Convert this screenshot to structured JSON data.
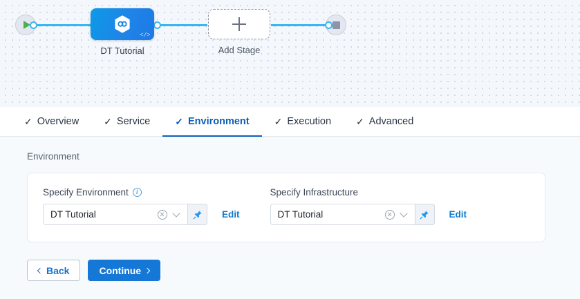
{
  "pipeline": {
    "start_node": {
      "name": "start-node",
      "icon": "play-icon"
    },
    "end_node": {
      "name": "end-node",
      "icon": "stop-icon"
    },
    "stage": {
      "label": "DT Tutorial",
      "icon": "hexagon-link-icon",
      "badge": "</>"
    },
    "add_stage": {
      "label": "Add Stage",
      "icon": "plus-icon"
    }
  },
  "tabs": [
    {
      "label": "Overview",
      "check": "✓",
      "active": false
    },
    {
      "label": "Service",
      "check": "✓",
      "active": false
    },
    {
      "label": "Environment",
      "check": "✓",
      "active": true
    },
    {
      "label": "Execution",
      "check": "✓",
      "active": false
    },
    {
      "label": "Advanced",
      "check": "✓",
      "active": false
    }
  ],
  "section": {
    "title": "Environment"
  },
  "environment_field": {
    "label": "Specify Environment",
    "info": "i",
    "value": "DT Tutorial",
    "edit_label": "Edit"
  },
  "infrastructure_field": {
    "label": "Specify Infrastructure",
    "value": "DT Tutorial",
    "edit_label": "Edit"
  },
  "footer": {
    "back_label": "Back",
    "continue_label": "Continue"
  },
  "colors": {
    "accent_blue": "#1577d6",
    "link_blue": "#0b7ad1",
    "wire_blue": "#38b6f1",
    "active_tab": "#0b5fb5",
    "canvas_bg": "#f4f8fc",
    "content_bg": "#f7fafd",
    "play_green": "#4caf50"
  }
}
